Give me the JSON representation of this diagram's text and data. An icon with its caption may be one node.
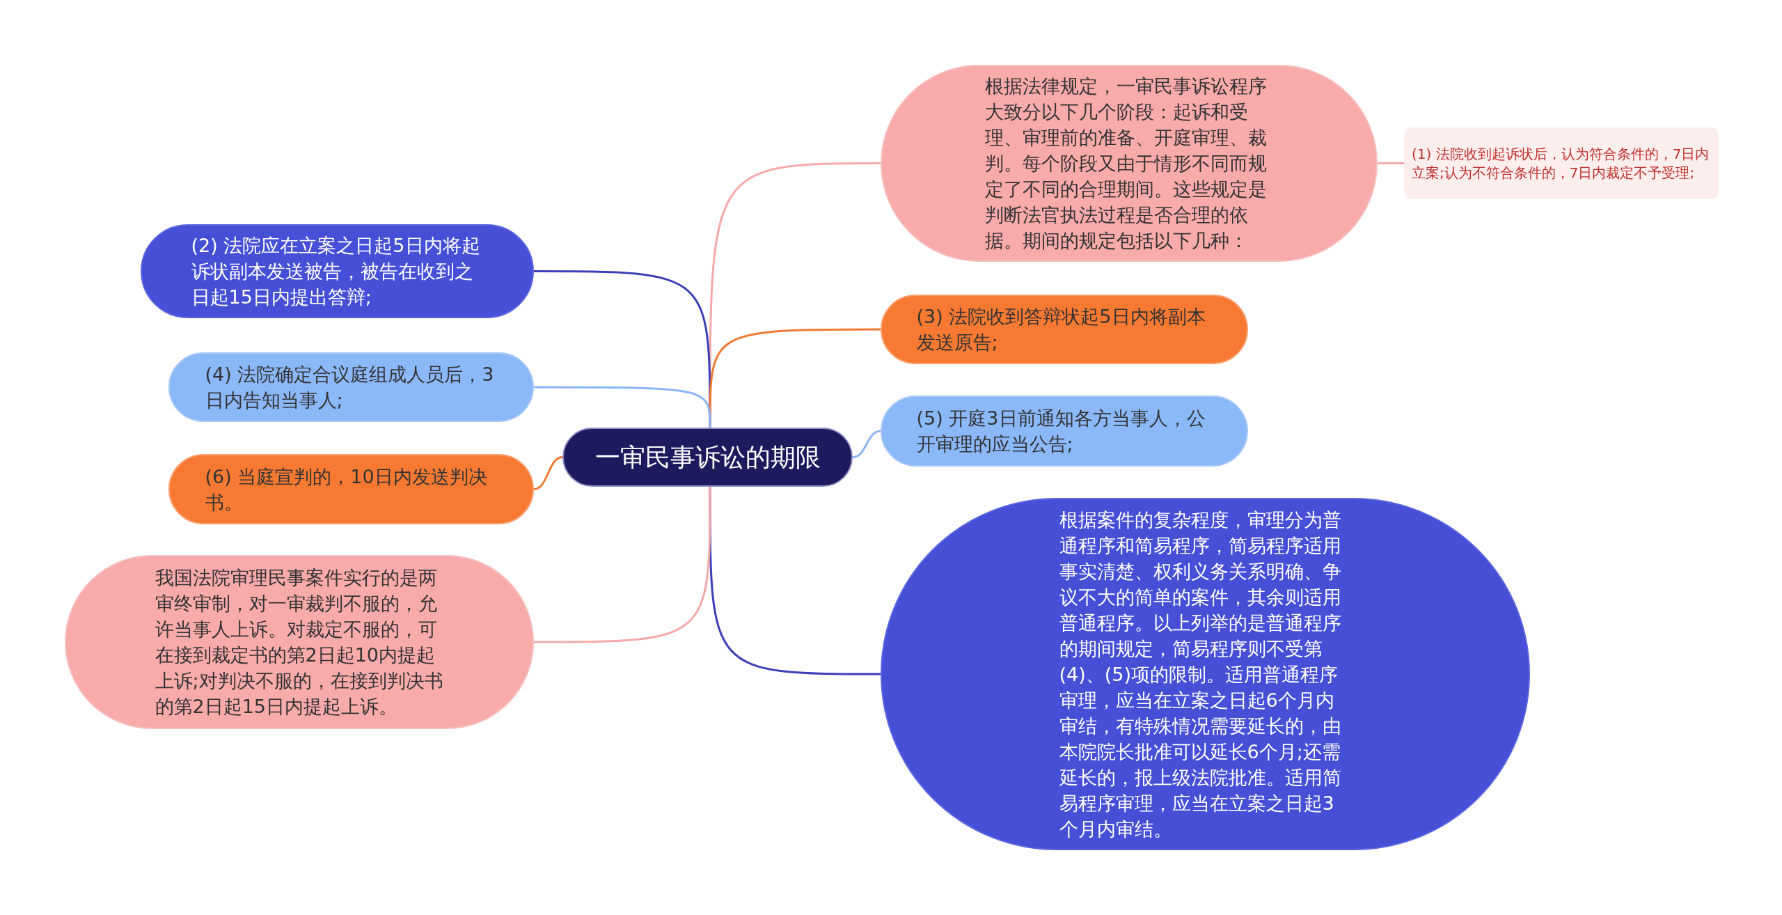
{
  "diagram": {
    "nodes": [
      {
        "text": [
          "一审民事诉讼的期限"
        ]
      },
      {
        "text": [
          "根据法律规定，一审民事诉讼程序大致分以下几个阶段：起诉和受理、审理前的准备、开庭审理、裁判。每个阶段又由于情形不同而规定了不同的合理期间。这些规定是判断法官执法过程是否合理的依据。期间的规定包括以下几种："
        ]
      },
      {
        "text": [
          "(1) 法院收到起诉状后，认为符合条件的，7日内立案;认为不符合条件的，7日内裁定不予受理;"
        ]
      },
      {
        "text": [
          "(2) 法院应在立案之日起5日内将起诉状副本发送被告，被告在收到之日起15日内提出答辩;"
        ]
      },
      {
        "text": [
          "(3) 法院收到答辩状起5日内将副本发送原告;"
        ]
      },
      {
        "text": [
          "(4) 法院确定合议庭组成人员后，3日内告知当事人;"
        ]
      },
      {
        "text": [
          "(5) 开庭3日前通知各方当事人，公开审理的应当公告;"
        ]
      },
      {
        "text": [
          "(6) 当庭宣判的，10日内发送判决书。"
        ]
      },
      {
        "text": [
          "根据案件的复杂程度，审理分为普通程序和简易程序，简易程序适用事实清楚、权利义务关系明确、争议不大的简单的案件，其余则适用普通程序。以上列举的是普通程序的期间规定，简易程序则不受第(4)、(5)项的限制。适用普通程序审理，应当在立案之日起6个月内审结，有特殊情况需要延长的，由本院院长批准可以延长6个月;还需延长的，报上级法院批准。适用简易程序审理，应当在立案之日起3个月内审结。"
        ]
      },
      {
        "text": [
          "我国法院审理民事案件实行的是两审终审制，对一审裁判不服的，允许当事人上诉。对裁定不服的，可在接到裁定书的第2日起10内提起上诉;对判决不服的，在接到判决书的第2日起15日内提起上诉。"
        ]
      }
    ],
    "edges": [
      {
        "from": 0,
        "to": 1,
        "arrow": "none",
        "color": "#f4a8a8"
      },
      {
        "from": 1,
        "to": 2,
        "arrow": "none",
        "color": "#f4a8a8"
      },
      {
        "from": 0,
        "to": 3,
        "arrow": "none",
        "color": "#3d3fb8"
      },
      {
        "from": 0,
        "to": 4,
        "arrow": "none",
        "color": "#f07a32"
      },
      {
        "from": 0,
        "to": 5,
        "arrow": "none",
        "color": "#8ab4f8"
      },
      {
        "from": 0,
        "to": 6,
        "arrow": "none",
        "color": "#8ab4f8"
      },
      {
        "from": 0,
        "to": 7,
        "arrow": "none",
        "color": "#f07a32"
      },
      {
        "from": 0,
        "to": 8,
        "arrow": "none",
        "color": "#3d3fb8"
      },
      {
        "from": 0,
        "to": 9,
        "arrow": "none",
        "color": "#f4a8a8"
      }
    ]
  }
}
